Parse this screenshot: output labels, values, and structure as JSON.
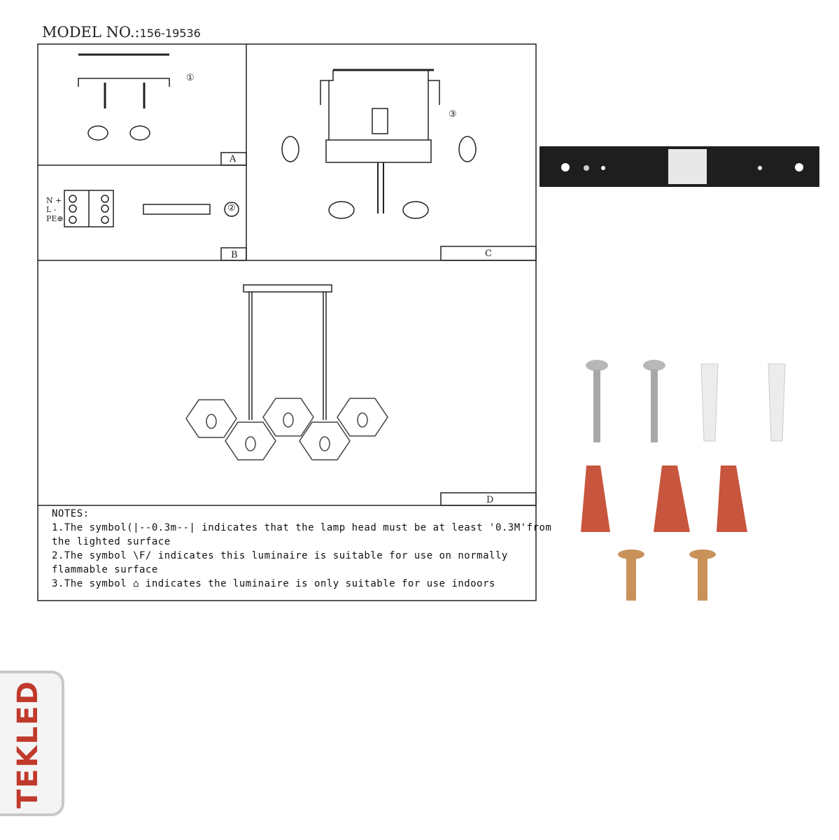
{
  "model": {
    "label": "MODEL NO.:",
    "number": "156-19536"
  },
  "panels": {
    "a": "A",
    "b": "B",
    "c": "C",
    "d": "D"
  },
  "steps": {
    "one": "①",
    "two": "②",
    "three": "③"
  },
  "wiring": {
    "n": "N +",
    "l": "L -",
    "pe": "PE⊕"
  },
  "notes": {
    "title": "NOTES:",
    "lines": [
      "1.The symbol(|--0.3m--| indicates that the lamp head must be at least '0.3M'from",
      "the lighted surface",
      "2.The symbol \\F/ indicates this luminaire is suitable for use on normally",
      "flammable surface",
      "3.The symbol ⌂ indicates the luminaire is only suitable for use indoors"
    ]
  },
  "logo": {
    "text": "TEKLED",
    "color": "#c0392b"
  },
  "colors": {
    "bracket": "#222222",
    "wire_nut": "#c8553d",
    "screw_brass": "#c8925a"
  }
}
